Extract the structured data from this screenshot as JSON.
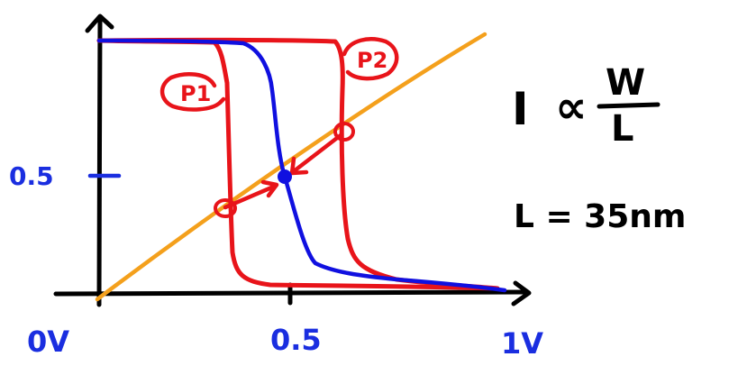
{
  "axis_labels": {
    "origin": "0V",
    "x_mid": "0.5",
    "x_end": "1V",
    "y_mid": "0.5"
  },
  "callouts": {
    "left_curve": "P1",
    "right_curve": "P2"
  },
  "equations": {
    "proportional_lhs": "I",
    "proportional_symbol": "∝",
    "fraction_numerator": "W",
    "fraction_denominator": "L",
    "length": "L = 35nm"
  },
  "colors": {
    "axes": "#000000",
    "red_curves": "#e8141a",
    "blue_curve": "#1010e0",
    "orange_line": "#f4a01c",
    "blue_text": "#1a2ee0"
  }
}
